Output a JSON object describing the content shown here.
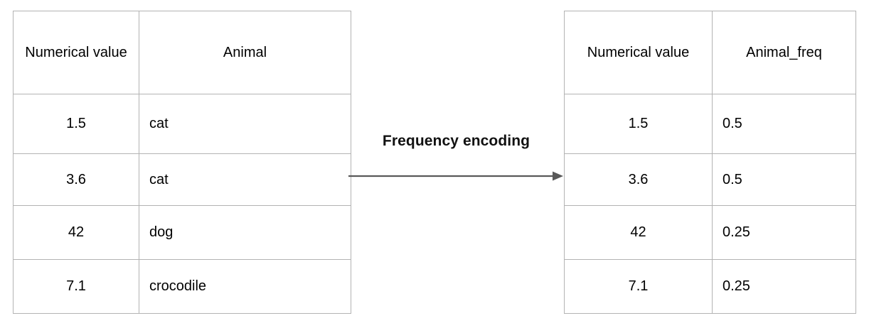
{
  "diagram": {
    "title_label": "Frequency encoding",
    "arrow_icon": "arrow-right-icon",
    "border_color": "#b3b3b3",
    "text_color": "#000000",
    "arrow_color": "#595959",
    "background_color": "#ffffff"
  },
  "source_table": {
    "name": "source-table",
    "headers": [
      "Numerical value",
      "Animal"
    ],
    "rows": [
      {
        "value": "1.5",
        "animal": "cat"
      },
      {
        "value": "3.6",
        "animal": "cat"
      },
      {
        "value": "42",
        "animal": "dog"
      },
      {
        "value": "7.1",
        "animal": "crocodile"
      }
    ]
  },
  "encoded_table": {
    "name": "encoded-table",
    "headers": [
      "Numerical value",
      "Animal_freq"
    ],
    "rows": [
      {
        "value": "1.5",
        "freq": "0.5"
      },
      {
        "value": "3.6",
        "freq": "0.5"
      },
      {
        "value": "42",
        "freq": "0.25"
      },
      {
        "value": "7.1",
        "freq": "0.25"
      }
    ]
  }
}
